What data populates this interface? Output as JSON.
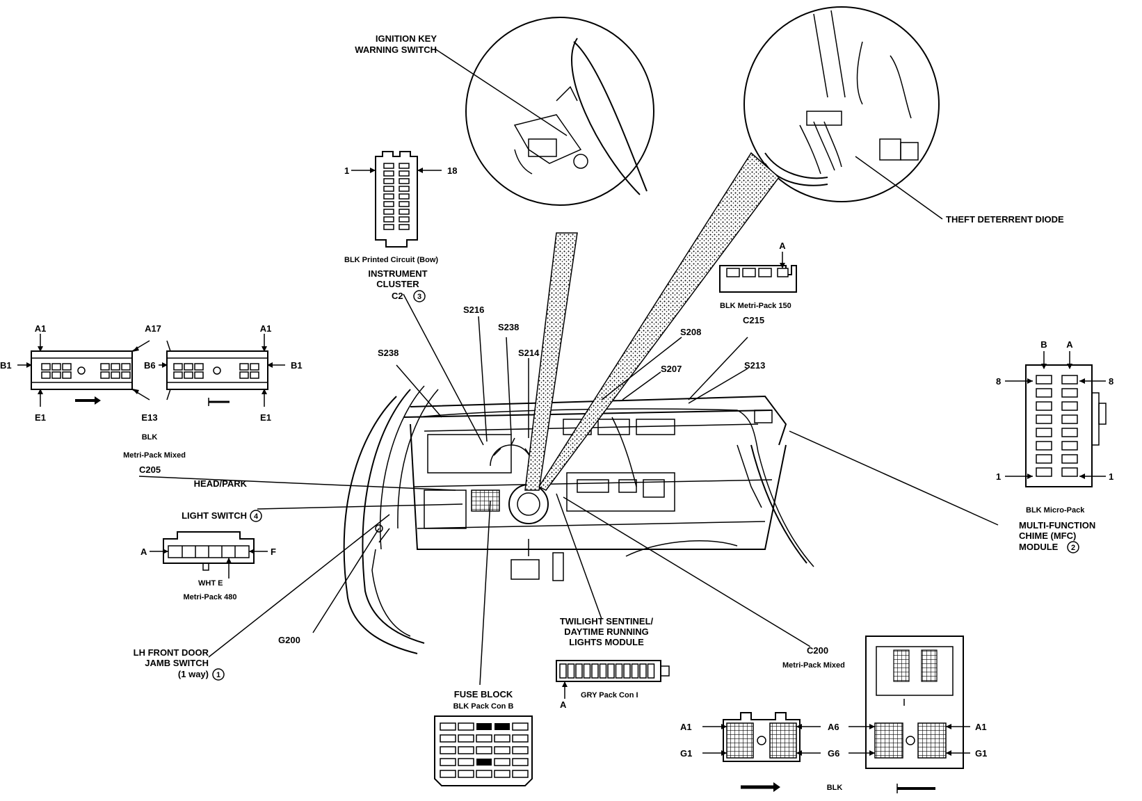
{
  "callouts": {
    "ignition_key_line1": "IGNITION KEY",
    "ignition_key_line2": "WARNING SWITCH",
    "theft_diode": "THEFT DETERRENT DIODE",
    "s216": "S216",
    "s238_top": "S238",
    "s214": "S214",
    "s238_left": "S238",
    "s208": "S208",
    "s207": "S207",
    "s213": "S213",
    "c215": "C215",
    "c205": "C205",
    "g200": "G200",
    "c200": "C200",
    "c200_type": "Metri-Pack Mixed"
  },
  "instrument_cluster": {
    "pin_left": "1",
    "pin_right": "18",
    "spec": "BLK  Printed Circuit (Bow)",
    "name_line1": "INSTRUMENT",
    "name_line2": "CLUSTER",
    "connector": "C2",
    "badge": "3"
  },
  "c215_connector": {
    "pin": "A",
    "spec": "BLK  Metri-Pack 150"
  },
  "left_connector": {
    "a1_left": "A1",
    "b1_left": "B1",
    "e1_left": "E1",
    "a17": "A17",
    "b6": "B6",
    "e13": "E13",
    "a1_right": "A1",
    "b1_right": "B1",
    "e1_right": "E1",
    "color": "BLK",
    "spec": "Metri-Pack Mixed"
  },
  "head_park": {
    "name_line1": "HEAD/PARK",
    "name_line2": "LIGHT SWITCH",
    "badge": "4",
    "pin_a": "A",
    "pin_f": "F",
    "color_pin": "WHT  E",
    "spec": "Metri-Pack 480"
  },
  "door_jamb": {
    "line1": "LH FRONT DOOR",
    "line2": "JAMB SWITCH",
    "line3": "(1 way)",
    "badge": "1"
  },
  "fuse_block": {
    "name": "FUSE BLOCK",
    "spec": "BLK  Pack Con B"
  },
  "twilight": {
    "line1": "TWILIGHT SENTINEL/",
    "line2": "DAYTIME RUNNING",
    "line3": "LIGHTS MODULE",
    "pin": "A",
    "spec": "GRY  Pack Con I"
  },
  "mfc": {
    "pin_b": "B",
    "pin_a": "A",
    "pin_8_left": "8",
    "pin_8_right": "8",
    "pin_1_left": "1",
    "pin_1_right": "1",
    "spec": "BLK  Micro-Pack",
    "line1": "MULTI-FUNCTION",
    "line2": "CHIME (MFC)",
    "line3": "MODULE",
    "badge": "2"
  },
  "c200_connector": {
    "a1_left": "A1",
    "g1_left": "G1",
    "a6": "A6",
    "g6": "G6",
    "a1_right": "A1",
    "g1_right": "G1",
    "color": "BLK"
  }
}
